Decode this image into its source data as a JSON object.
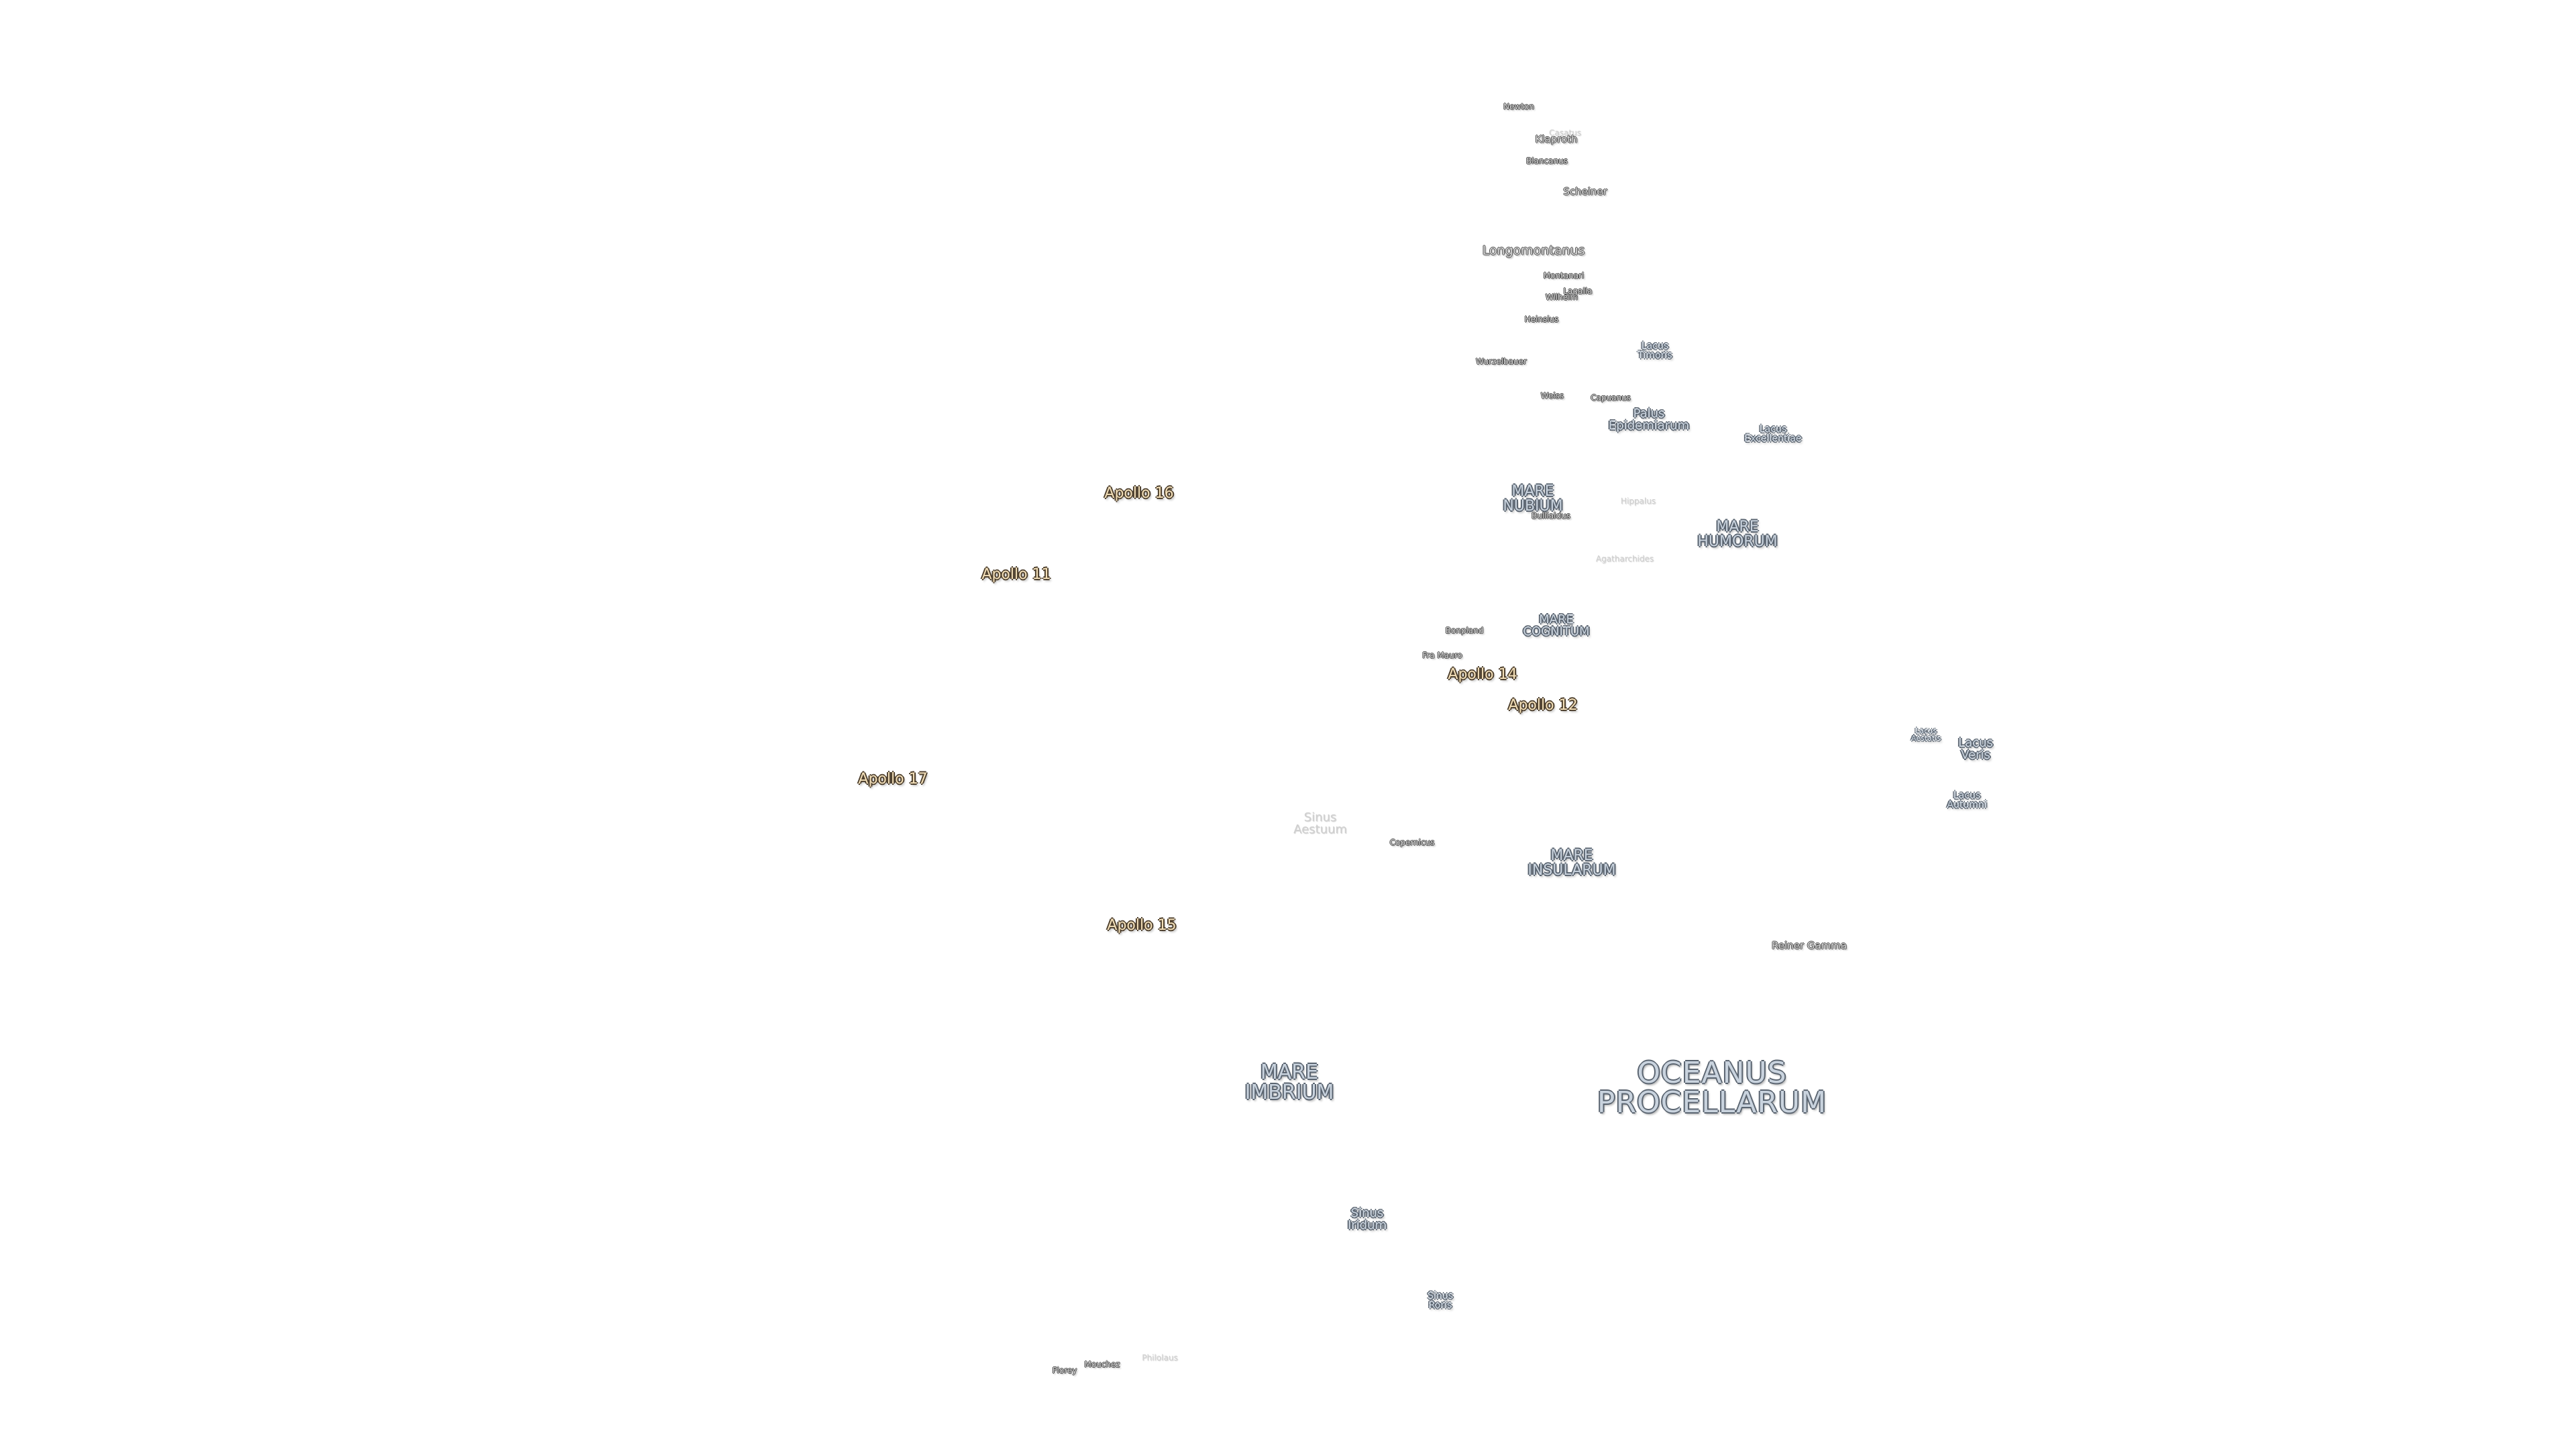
{
  "maria": {
    "oceanus_procellarum": "OCEANUS\nPROCELLARUM",
    "mare_imbrium": "MARE\nIMBRIUM",
    "mare_nubium": "MARE\nNUBIUM",
    "mare_humorum": "MARE\nHUMORUM",
    "mare_cognitum": "MARE\nCOGNITUM",
    "mare_insularum": "MARE\nINSULARUM",
    "palus_epidemiarum": "Palus\nEpidemiarum",
    "lacus_excellentiae": "Lacus\nExcellentiae",
    "lacus_timoris": "Lacus\nTimoris",
    "lacus_veris": "Lacus\nVeris",
    "lacus_autumni": "Lacus\nAutumni",
    "lacus_aestatis": "Lacus\nAestatis",
    "sinus_iridum": "Sinus\nIridum",
    "sinus_roris": "Sinus\nRoris",
    "sinus_aestuum": "Sinus\nAestuum"
  },
  "craters": {
    "newton": "Newton",
    "klaproth": "Klaproth",
    "casatus": "Casatus",
    "blancanus": "Blancanus",
    "scheiner": "Scheiner",
    "longomontanus": "Longomontanus",
    "montanari": "Montanari",
    "wilhelm": "Wilhelm",
    "lagalla": "Lagalla",
    "heinsius": "Heinsius",
    "wurzelbauer": "Wurzelbauer",
    "weiss": "Weiss",
    "capuanus": "Capuanus",
    "hippalus": "Hippalus",
    "bullialdus": "Bullialdus",
    "agatharchides": "Agatharchides",
    "bonpland": "Bonpland",
    "fra_mauro": "Fra Mauro",
    "copernicus": "Copernicus",
    "reiner_gamma": "Reiner Gamma",
    "mouchez": "Mouchez",
    "florey": "Florey",
    "philolaus": "Philolaus"
  },
  "apollo": {
    "a16": "Apollo 16",
    "a11": "Apollo 11",
    "a14": "Apollo 14",
    "a12": "Apollo 12",
    "a17": "Apollo 17",
    "a15": "Apollo 15"
  }
}
